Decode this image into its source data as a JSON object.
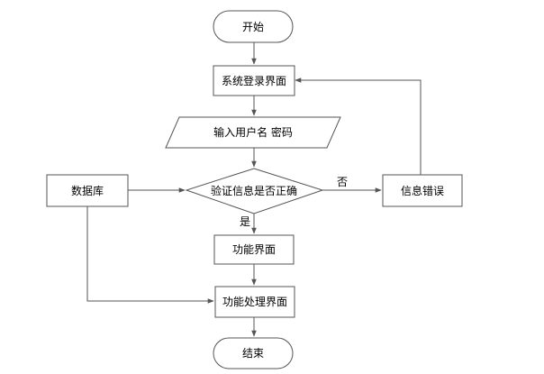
{
  "nodes": {
    "start": "开始",
    "login": "系统登录界面",
    "input": "输入用户名 密码",
    "verify": "验证信息是否正确",
    "database": "数据库",
    "error": "信息错误",
    "function": "功能界面",
    "process": "功能处理界面",
    "end": "结束"
  },
  "edges": {
    "no": "否",
    "yes": "是"
  }
}
